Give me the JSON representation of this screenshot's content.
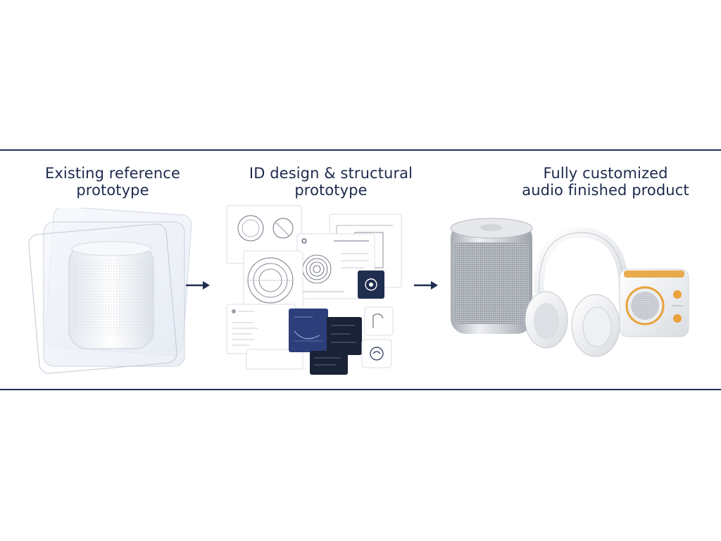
{
  "diagram": {
    "stages": [
      {
        "title_line1": "Existing reference",
        "title_line2": "prototype"
      },
      {
        "title_line1": "ID design & structural",
        "title_line2": "prototype"
      },
      {
        "title_line1": "Fully customized",
        "title_line2": "audio finished product"
      }
    ],
    "colors": {
      "accent_navy": "#1f2d4f",
      "text_navy": "#1d2a4c",
      "silver": "#c9ccd1",
      "orange": "#e8a23a"
    }
  }
}
